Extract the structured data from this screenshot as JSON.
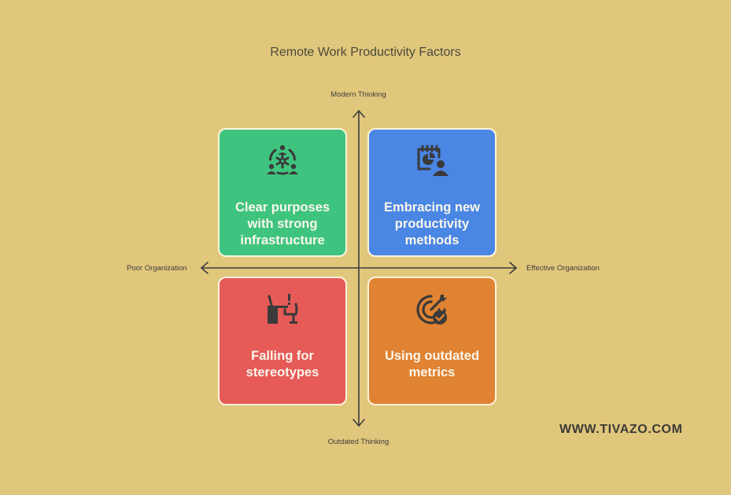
{
  "title": "Remote Work Productivity Factors",
  "axes": {
    "top": "Modern Thinking",
    "bottom": "Outdated Thinking",
    "left": "Poor Organization",
    "right": "Effective Organization"
  },
  "quadrants": [
    {
      "position": "top-left",
      "label": "Clear purposes with strong infrastructure",
      "icon": "team-gear-icon",
      "color": "#3fc47f"
    },
    {
      "position": "top-right",
      "label": "Embracing new productivity methods",
      "icon": "calendar-chart-person-icon",
      "color": "#4a86e4"
    },
    {
      "position": "bottom-left",
      "label": "Falling for stereotypes",
      "icon": "desk-chair-alert-icon",
      "color": "#e65a57"
    },
    {
      "position": "bottom-right",
      "label": "Using outdated metrics",
      "icon": "target-check-icon",
      "color": "#e08332"
    }
  ],
  "watermark": "WWW.TIVAZO.COM",
  "colors": {
    "background": "#e1c77c",
    "axis": "#3d3d3d",
    "card_border": "#fdf4dc"
  }
}
